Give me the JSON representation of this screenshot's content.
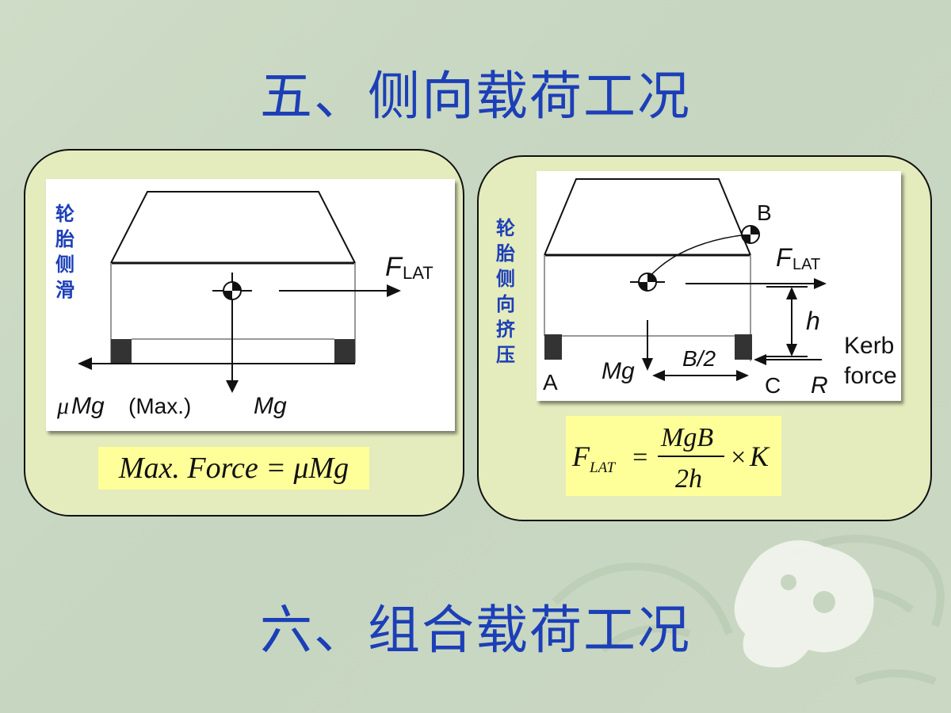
{
  "slide": {
    "title_top": "五、侧向载荷工况",
    "title_bottom": "六、组合载荷工况",
    "accent_color": "#1c3fb8",
    "panel_fill": "#e4ebbd",
    "formula_fill": "#ffff99"
  },
  "left_panel": {
    "vertical_label": [
      "轮",
      "胎",
      "侧",
      "滑"
    ],
    "diagram": {
      "force_f": "F",
      "force_sub": "LAT",
      "friction_mu": "μ",
      "friction_mg": "Mg",
      "friction_max": "(Max.)",
      "weight": "Mg"
    },
    "formula": "Max. Force = μMg"
  },
  "right_panel": {
    "vertical_label": [
      "轮",
      "胎",
      "侧",
      "向",
      "挤",
      "压"
    ],
    "diagram": {
      "point_b": "B",
      "force_f": "F",
      "force_sub": "LAT",
      "height": "h",
      "kerb_1": "Kerb",
      "kerb_2": "force",
      "point_a": "A",
      "weight": "Mg",
      "half_track": "B/2",
      "point_c": "C",
      "reaction": "R"
    },
    "formula": {
      "lhs_f": "F",
      "lhs_sub": "LAT",
      "equals": "=",
      "numerator": "MgB",
      "denominator": "2h",
      "times": "×",
      "factor": "K"
    }
  }
}
